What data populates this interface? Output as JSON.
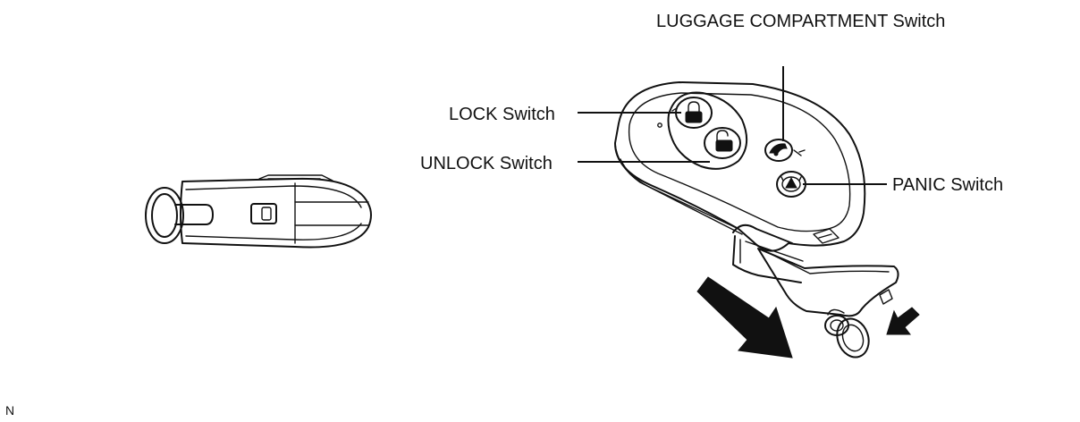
{
  "labels": {
    "luggage": "LUGGAGE COMPARTMENT Switch",
    "lock": "LOCK Switch",
    "unlock": "UNLOCK Switch",
    "panic": "PANIC Switch",
    "corner": "N"
  },
  "icons": {
    "side_key": "smart-key-side-view-icon",
    "main_key": "smart-key-fob-icon",
    "lock_button": "lock-icon",
    "unlock_button": "unlock-icon",
    "luggage_button": "trunk-icon",
    "panic_button": "alarm-icon",
    "release_arrow": "arrow-down-right-icon",
    "pull_arrow": "arrow-down-left-icon"
  },
  "colors": {
    "ink": "#111111",
    "background": "#ffffff"
  }
}
